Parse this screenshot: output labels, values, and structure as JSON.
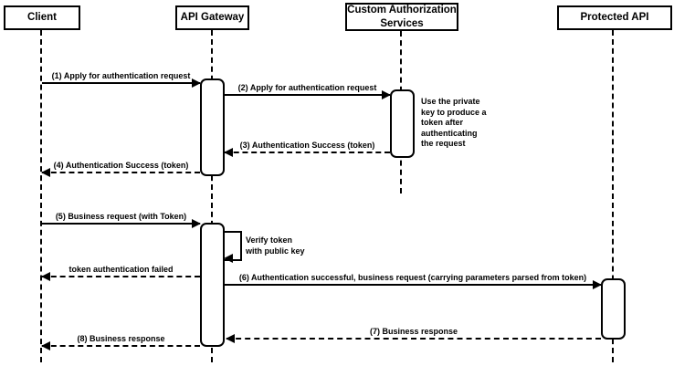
{
  "diagram": {
    "type": "sequence-diagram",
    "subject": "API Gateway token authentication flow",
    "colors": {
      "background": "#ffffff",
      "line": "#000000",
      "text": "#000000",
      "shape_fill": "#ffffff"
    },
    "participants": [
      {
        "name": "Client"
      },
      {
        "name": "API Gateway"
      },
      {
        "name": "Custom Authorization\nServices"
      },
      {
        "name": "Protected API"
      }
    ],
    "messages": [
      {
        "seq": "1",
        "from": "Client",
        "to": "API Gateway",
        "line": "solid",
        "label": "(1) Apply for authentication request"
      },
      {
        "seq": "2",
        "from": "API Gateway",
        "to": "Custom Authorization Services",
        "line": "solid",
        "label": "(2) Apply for authentication request"
      },
      {
        "seq": "3",
        "from": "Custom Authorization Services",
        "to": "API Gateway",
        "line": "dashed",
        "label": "(3) Authentication Success (token)"
      },
      {
        "seq": "4",
        "from": "API Gateway",
        "to": "Client",
        "line": "dashed",
        "label": "(4) Authentication Success (token)"
      },
      {
        "seq": "5",
        "from": "Client",
        "to": "API Gateway",
        "line": "solid",
        "label": "(5) Business request (with Token)"
      },
      {
        "seq": "",
        "from": "API Gateway",
        "to": "API Gateway",
        "line": "self",
        "label": "Verify token\nwith public key"
      },
      {
        "seq": "",
        "from": "API Gateway",
        "to": "Client",
        "line": "dashed",
        "label": "token authentication failed"
      },
      {
        "seq": "6",
        "from": "API Gateway",
        "to": "Protected API",
        "line": "solid",
        "label": "(6) Authentication successful, business request (carrying parameters parsed from token)"
      },
      {
        "seq": "7",
        "from": "Protected API",
        "to": "API Gateway",
        "line": "dashed",
        "label": "(7) Business response"
      },
      {
        "seq": "8",
        "from": "API Gateway",
        "to": "Client",
        "line": "dashed",
        "label": "(8) Business response"
      }
    ],
    "notes": [
      {
        "attached_to": "Custom Authorization Services",
        "text": "Use the private\nkey to produce a\ntoken after\nauthenticating\nthe request"
      }
    ]
  }
}
